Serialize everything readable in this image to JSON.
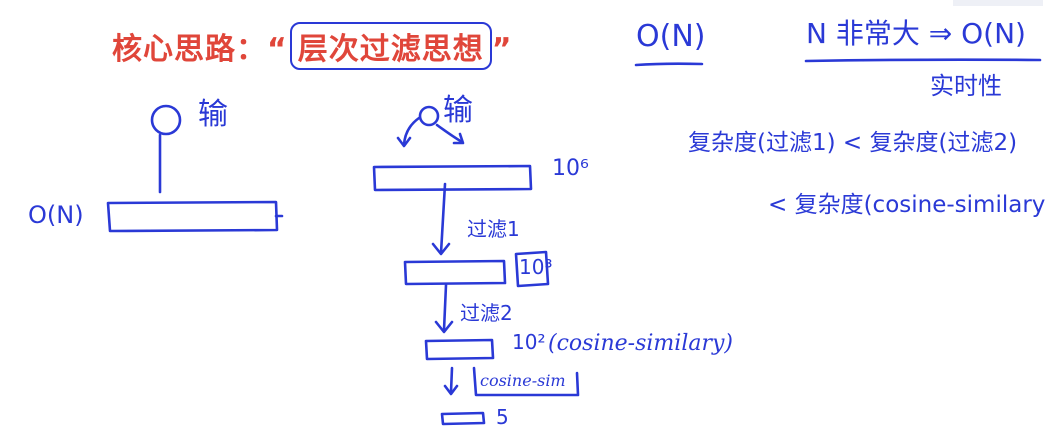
{
  "title": {
    "prefix": "核心思路：“",
    "highlight": "层次过滤思想",
    "suffix": "”"
  },
  "notes": {
    "complexity": "O(N)",
    "n_large": "N 非常大 ⇒ O(N)",
    "realtime": "实时性",
    "left_input": "输",
    "left_complexity": "O(N)",
    "right_input": "输",
    "pow6": "10⁶",
    "filter1": "过滤1",
    "pow3": "10³",
    "filter2": "过滤2",
    "pow2": "10²",
    "cosine_paren": "(cosine-similary)",
    "cosine_short": "cosine-sim",
    "five": "5",
    "comparison_line1": "复杂度(过滤1) < 复杂度(过滤2)",
    "comparison_line2": "< 复杂度(cosine-similary"
  }
}
